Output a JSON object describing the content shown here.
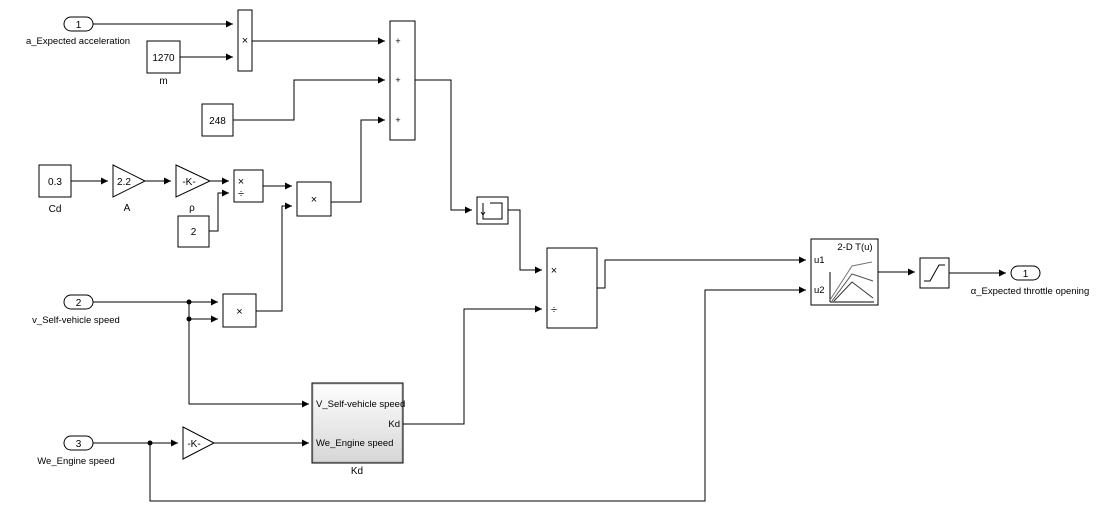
{
  "inports": [
    {
      "id": "in1",
      "number": "1",
      "label": "a_Expected acceleration"
    },
    {
      "id": "in2",
      "number": "2",
      "label": "v_Self-vehicle speed"
    },
    {
      "id": "in3",
      "number": "3",
      "label": "We_Engine speed"
    }
  ],
  "outport": {
    "number": "1",
    "label": "α_Expected throttle opening"
  },
  "constants": {
    "m": {
      "value": "1270",
      "label": "m"
    },
    "c248": {
      "value": "248"
    },
    "cd": {
      "value": "0.3",
      "label": "Cd"
    },
    "c2": {
      "value": "2"
    }
  },
  "gains": {
    "A": {
      "value": "2.2",
      "label": "A"
    },
    "rho": {
      "value": "-K-",
      "label": "ρ"
    },
    "we": {
      "value": "-K-"
    }
  },
  "operators": {
    "mult": "×",
    "div": "÷",
    "plus": "+"
  },
  "subsystem": {
    "title": "Kd",
    "in1": "V_Self-vehicle speed",
    "in2": "We_Engine speed",
    "out": "Kd"
  },
  "lookup": {
    "title": "2-D T(u)",
    "in1": "u1",
    "in2": "u2"
  }
}
